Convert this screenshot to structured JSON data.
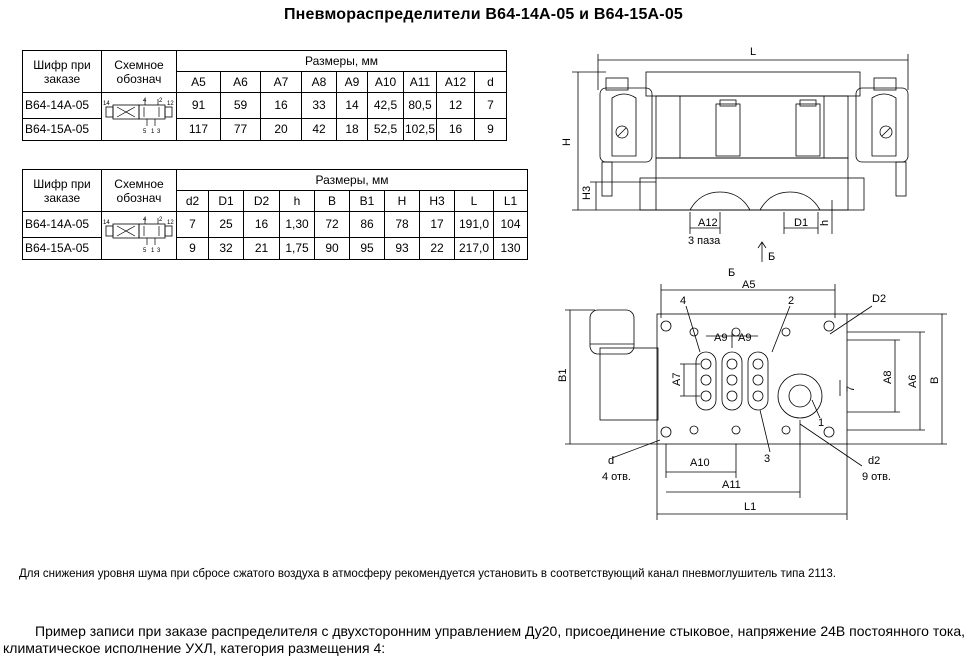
{
  "title": "Пневмораспределители В64-14А-05 и В64-15А-05",
  "table1": {
    "col_code": "Шифр при заказе",
    "col_scheme": "Схемное обознач",
    "col_sizes": "Размеры, мм",
    "dims": [
      "A5",
      "A6",
      "A7",
      "A8",
      "A9",
      "A10",
      "A11",
      "A12",
      "d"
    ],
    "rows": [
      {
        "code": "В64-14А-05",
        "values": [
          "91",
          "59",
          "16",
          "33",
          "14",
          "42,5",
          "80,5",
          "12",
          "7"
        ]
      },
      {
        "code": "В64-15А-05",
        "values": [
          "117",
          "77",
          "20",
          "42",
          "18",
          "52,5",
          "102,5",
          "16",
          "9"
        ]
      }
    ]
  },
  "table2": {
    "col_code": "Шифр при заказе",
    "col_scheme": "Схемное обознач",
    "col_sizes": "Размеры, мм",
    "dims": [
      "d2",
      "D1",
      "D2",
      "h",
      "B",
      "B1",
      "H",
      "H3",
      "L",
      "L1"
    ],
    "rows": [
      {
        "code": "В64-14А-05",
        "values": [
          "7",
          "25",
          "16",
          "1,30",
          "72",
          "86",
          "78",
          "17",
          "191,0",
          "104"
        ]
      },
      {
        "code": "В64-15А-05",
        "values": [
          "9",
          "32",
          "21",
          "1,75",
          "90",
          "95",
          "93",
          "22",
          "217,0",
          "130"
        ]
      }
    ]
  },
  "drawing": {
    "L": "L",
    "H": "H",
    "H3": "H3",
    "A12": "A12",
    "D1": "D1",
    "h": "h",
    "ports3": "3 паза",
    "view_b_arrow": "Б",
    "view_b": "Б",
    "A5": "A5",
    "D2": "D2",
    "n4": "4",
    "n2": "2",
    "A9a": "A9",
    "A9b": "A9",
    "B1": "B1",
    "A7": "A7",
    "n7": "7",
    "A8": "A8",
    "A6": "A6",
    "B": "B",
    "n1": "1",
    "n3": "3",
    "d": "d",
    "d_count": "4 отв.",
    "A10": "A10",
    "d2": "d2",
    "d2_count": "9 отв.",
    "A11": "A11",
    "L1": "L1",
    "sym_14": "14",
    "sym_12": "12",
    "sym_4": "4",
    "sym_2": "2",
    "sym_5": "5",
    "sym_3": "3",
    "sym_1": "1"
  },
  "note": "Для снижения уровня шума при сбросе сжатого воздуха в атмосферу рекомендуется установить в соответствующий канал пневмоглушитель типа 2113.",
  "example": "Пример записи при заказе распределителя с двухсторонним управлением Ду20, присоединение  стыковое, напряжение 24В постоянного тока, климатическое исполнение УХЛ, категория размещения 4:"
}
